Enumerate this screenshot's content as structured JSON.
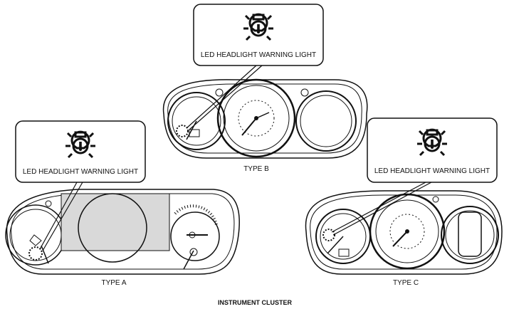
{
  "callouts": {
    "type_a": {
      "text": "LED HEADLIGHT WARNING LIGHT",
      "icon": "led-headlight-warning-icon"
    },
    "type_b": {
      "text": "LED HEADLIGHT WARNING LIGHT",
      "icon": "led-headlight-warning-icon"
    },
    "type_c": {
      "text": "LED HEADLIGHT WARNING LIGHT",
      "icon": "led-headlight-warning-icon"
    }
  },
  "captions": {
    "type_a": "TYPE A",
    "type_b": "TYPE B",
    "type_c": "TYPE C"
  },
  "figure_title": "INSTRUMENT CLUSTER",
  "colors": {
    "line": "#111111",
    "display_fill": "#d9d9d9"
  }
}
